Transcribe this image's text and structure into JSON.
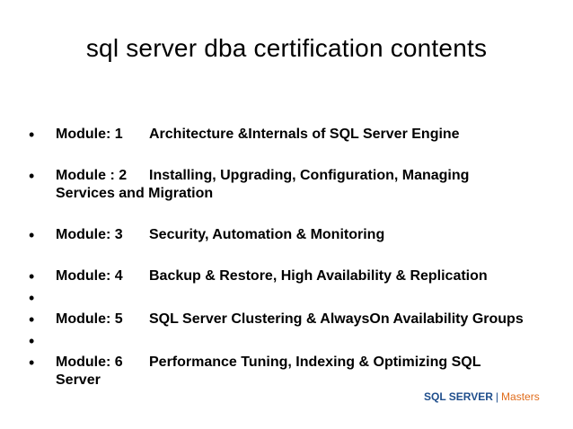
{
  "slide": {
    "title": "sql server dba certification  contents",
    "bullet_glyph": "•",
    "items": [
      {
        "module": "Module: 1",
        "description": "Architecture &Internals of SQL Server Engine",
        "continuation": ""
      },
      {
        "module": "Module : 2",
        "description": "Installing, Upgrading, Configuration, Managing",
        "continuation": "Services and Migration"
      },
      {
        "module": "Module: 3",
        "description": "Security, Automation & Monitoring",
        "continuation": ""
      },
      {
        "module": "Module: 4",
        "description": "Backup & Restore, High Availability & Replication",
        "continuation": ""
      },
      {
        "module": "",
        "description": "",
        "continuation": ""
      },
      {
        "module": "Module: 5",
        "description": "SQL Server Clustering & AlwaysOn Availability Groups",
        "continuation": ""
      },
      {
        "module": "",
        "description": "",
        "continuation": ""
      },
      {
        "module": "Module: 6",
        "description": "Performance Tuning, Indexing & Optimizing SQL",
        "continuation": "Server"
      }
    ],
    "logo": {
      "part1": "SQL SERVER",
      "separator": "|",
      "part2": "Masters"
    }
  },
  "colors": {
    "logo_primary": "#1f4e8c",
    "logo_accent": "#e06c1b"
  }
}
